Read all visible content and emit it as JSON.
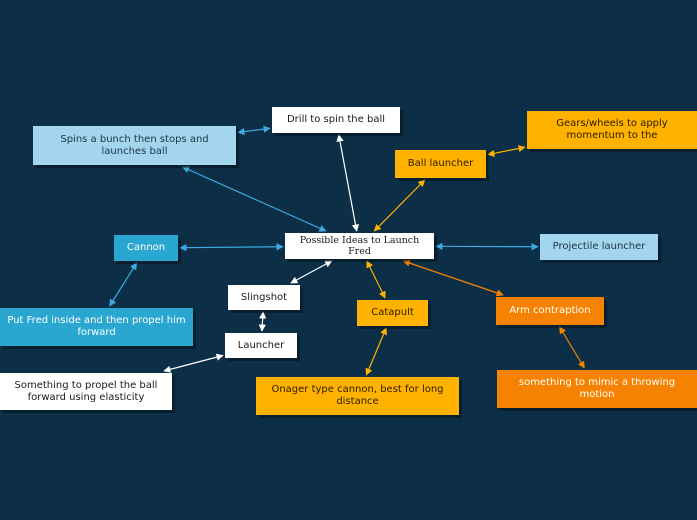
{
  "colors": {
    "background": "#0c2f47",
    "white": "#ffffff",
    "lightblue": "#a3d6ee",
    "teal": "#2aa7d1",
    "yellow": "#ffb300",
    "orange": "#f58200",
    "link_white": "#ffffff",
    "link_blue": "#3fa9e0",
    "link_yellow": "#ffb300",
    "link_orange": "#f58200"
  },
  "nodes": [
    {
      "id": "center",
      "label": "Possible Ideas to Launch Fred",
      "style": "white"
    },
    {
      "id": "drill",
      "label": "Drill to spin the ball",
      "style": "white"
    },
    {
      "id": "spins",
      "label": "Spins a bunch then stops and launches ball",
      "style": "lightblue"
    },
    {
      "id": "ball-launcher",
      "label": "Ball launcher",
      "style": "yellow"
    },
    {
      "id": "gears",
      "label": "Gears/wheels to apply momentum to the",
      "style": "yellow"
    },
    {
      "id": "cannon",
      "label": "Cannon",
      "style": "teal"
    },
    {
      "id": "put-fred",
      "label": "Put Fred inside and then propel him forward",
      "style": "teal"
    },
    {
      "id": "projectile",
      "label": "Projectile launcher",
      "style": "lightblue"
    },
    {
      "id": "slingshot",
      "label": "Slingshot",
      "style": "white"
    },
    {
      "id": "launcher",
      "label": "Launcher",
      "style": "white"
    },
    {
      "id": "propel",
      "label": "Something to propel the ball forward using elasticity",
      "style": "white"
    },
    {
      "id": "catapult",
      "label": "Catapult",
      "style": "yellow"
    },
    {
      "id": "onager",
      "label": "Onager type cannon, best for long distance",
      "style": "yellow"
    },
    {
      "id": "arm",
      "label": "Arm contraption",
      "style": "orange"
    },
    {
      "id": "mimic",
      "label": "something to mimic a throwing motion",
      "style": "orange"
    }
  ],
  "links": [
    {
      "from": "center",
      "to": "drill",
      "color": "link_white"
    },
    {
      "from": "center",
      "to": "spins",
      "color": "link_blue"
    },
    {
      "from": "drill",
      "to": "spins",
      "color": "link_blue"
    },
    {
      "from": "center",
      "to": "ball-launcher",
      "color": "link_yellow"
    },
    {
      "from": "ball-launcher",
      "to": "gears",
      "color": "link_yellow"
    },
    {
      "from": "center",
      "to": "cannon",
      "color": "link_blue"
    },
    {
      "from": "cannon",
      "to": "put-fred",
      "color": "link_blue"
    },
    {
      "from": "center",
      "to": "projectile",
      "color": "link_blue"
    },
    {
      "from": "center",
      "to": "slingshot",
      "color": "link_white"
    },
    {
      "from": "slingshot",
      "to": "launcher",
      "color": "link_white"
    },
    {
      "from": "launcher",
      "to": "propel",
      "color": "link_white"
    },
    {
      "from": "center",
      "to": "catapult",
      "color": "link_yellow"
    },
    {
      "from": "catapult",
      "to": "onager",
      "color": "link_yellow"
    },
    {
      "from": "center",
      "to": "arm",
      "color": "link_orange"
    },
    {
      "from": "arm",
      "to": "mimic",
      "color": "link_orange"
    }
  ]
}
